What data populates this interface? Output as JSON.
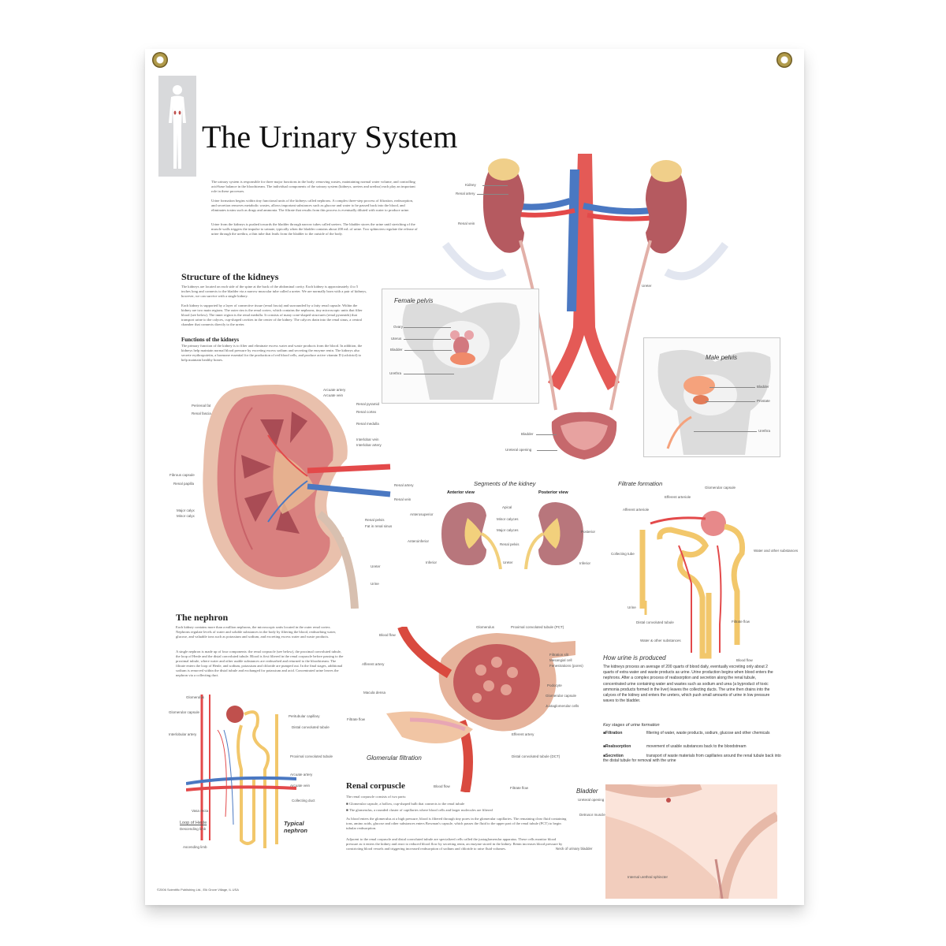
{
  "poster": {
    "title": "The Urinary System",
    "footer": "©2006 Scientific Publishing Ltd., Elk Grove Village, IL USA"
  },
  "colors": {
    "kidney": "#b55a60",
    "artery": "#e3494a",
    "vein": "#4a78c2",
    "adrenal": "#f0cf8a",
    "tube": "#f2c76b"
  },
  "intro": {
    "p1": "The urinary system is responsible for three major functions in the body: removing wastes, maintaining normal water volume, and controlling acid-base balance in the bloodstream. The individual components of the urinary system (kidneys, ureters and urethra) each play an important role in these processes.",
    "p2": "Urine formation begins within tiny functional units of the kidneys called nephrons. A complex three-step process of filtration, reabsorption, and secretion removes metabolic wastes, allows important substances such as glucose and water to be passed back into the blood, and eliminates toxins such as drugs and ammonia. The filtrate that results from this process is eventually diluted with water to produce urine.",
    "p3": "Urine from the kidneys is pushed towards the bladder through narrow tubes called ureters. The bladder stores the urine until stretching of the muscle walls triggers the impulse to urinate, typically when the bladder contains about 200 mL of urine. Two sphincters regulate the release of urine through the urethra, a thin tube that leads from the bladder to the outside of the body."
  },
  "kidneys_section": {
    "heading": "Structure of the kidneys",
    "p1": "The kidneys are located on each side of the spine at the back of the abdominal cavity. Each kidney is approximately 4 to 5 inches long and connects to the bladder via a narrow muscular tube called a ureter. We are normally born with a pair of kidneys, however, we can survive with a single kidney.",
    "p2": "Each kidney is supported by a layer of connective tissue (renal fascia) and surrounded by a fatty renal capsule. Within the kidney are two main regions. The outer rim is the renal cortex, which contains the nephrons, tiny microscopic units that filter blood (see below). The inner region is the renal medulla. It consists of many cone-shaped structures (renal pyramids) that transport urine to the calyces, cup-shaped cavities in the center of the kidney. The calyces drain into the renal sinus, a central chamber that connects directly to the ureter.",
    "subheading": "Functions of the kidneys",
    "p3": "The primary function of the kidney is to filter and eliminate excess water and waste products from the blood. In addition, the kidneys help maintain normal blood pressure by excreting excess sodium and secreting the enzyme renin. The kidneys also secrete erythropoietin, a hormone essential for the production of red blood cells, and produce active vitamin D (calcitriol) to help maintain healthy bones."
  },
  "nephron_section": {
    "heading": "The nephron",
    "p1": "Each kidney contains more than a million nephrons, the microscopic units located in the outer renal cortex. Nephrons regulate levels of water and soluble substances in the body by filtering the blood, reabsorbing water, glucose, and valuable ions such as potassium and sodium, and excreting excess water and waste products.",
    "p2": "A single nephron is made up of four components: the renal corpuscle (see below), the proximal convoluted tubule, the loop of Henle and the distal convoluted tubule. Blood is first filtered in the renal corpuscle before passing to the proximal tubule, where water and other usable substances are reabsorbed and returned to the bloodstream. The filtrate enters the loop of Henle, and sodium, potassium and chloride are pumped out. In the final stages, additional sodium is removed within the distal tubule and exchanged for potassium and acid. Concentrated urine leaves the nephron via a collecting duct."
  },
  "corpuscle_section": {
    "heading": "Renal corpuscle",
    "intro": "The renal corpuscle consists of two parts:",
    "b1": "Glomerular capsule, a hollow, cup-shaped bulb that connects to the renal tubule",
    "b2": "The glomerulus, a rounded cluster of capillaries where blood cells and larger molecules are filtered",
    "p1": "As blood enters the glomerulus at a high pressure, blood is filtered through tiny pores in the glomerular capillaries. The remaining clear fluid containing ions, amino acids, glucose and other substances enters Bowman's capsule, which passes the fluid to the upper part of the renal tubule (PCT) to begin tubular reabsorption.",
    "p2": "Adjacent to the renal corpuscle and distal convoluted tubule are specialized cells called the juxtaglomerular apparatus. These cells monitor blood pressure as it enters the kidney and react to reduced blood flow by secreting renin, an enzyme stored in the kidney. Renin increases blood pressure by constricting blood vessels and triggering increased reabsorption of sodium and chloride to raise fluid volumes."
  },
  "urine_section": {
    "heading": "How urine is produced",
    "p1": "The kidneys process an average of 200 quarts of blood daily, eventually excreting only about 2 quarts of extra water and waste products as urine. Urine production begins when blood enters the nephrons. After a complex process of reabsorption and secretion along the renal tubule, concentrated urine containing water and wastes such as sodium and urea (a byproduct of toxic ammonia products formed in the liver) leaves the collecting ducts. The urine then drains into the calyces of the kidney and enters the ureters, which push small amounts of urine in low pressure waves to the bladder.",
    "stages_heading": "Key stages of urine formation",
    "stages": [
      {
        "name": "Filtration",
        "desc": "filtering of water, waste products, sodium, glucose and other chemicals"
      },
      {
        "name": "Reabsorption",
        "desc": "movement of usable substances back to the bloodstream"
      },
      {
        "name": "Secretion",
        "desc": "transport of waste materials from capillaries around the renal tubule back into the distal tubule for removal with the urine"
      }
    ]
  },
  "figures": {
    "main": {
      "kidney": "Kidney",
      "renal_artery": "Renal artery",
      "renal_vein": "Renal vein",
      "ureter": "Ureter",
      "bladder": "Bladder",
      "ureteral_opening": "Ureteral opening"
    },
    "female": {
      "title": "Female pelvis",
      "ovary": "Ovary",
      "uterus": "Uterus",
      "bladder": "Bladder",
      "urethra": "Urethra"
    },
    "male": {
      "title": "Male pelvis",
      "bladder": "Bladder",
      "prostate": "Prostate",
      "urethra": "Urethra"
    },
    "kidney_section": {
      "arcuate_artery": "Arcuate artery",
      "arcuate_vein": "Arcuate vein",
      "renal_pyramid": "Renal pyramid",
      "perirenal_fat": "Perirenal fat",
      "renal_fascia": "Renal fascia",
      "renal_cortex": "Renal cortex",
      "renal_medulla": "Renal medulla",
      "interlobar_vein": "Interlobar vein",
      "interlobar_artery": "Interlobar artery",
      "fibrous_capsule": "Fibrous capsule",
      "renal_papilla": "Renal papilla",
      "renal_artery": "Renal artery",
      "renal_vein": "Renal vein",
      "major_calyx": "Major calyx",
      "minor_calyx": "Minor calyx",
      "renal_pelvis": "Renal pelvis",
      "fat": "Fat in renal sinus",
      "ureter": "Ureter",
      "urine": "Urine"
    },
    "segments": {
      "title": "Segments of the kidney",
      "anterior": "Anterior view",
      "posterior": "Posterior view",
      "apical": "Apical",
      "anterosuperior": "Anterosuperior",
      "anteroinferior": "Anteroinferior",
      "minor_calyces": "Minor calyces",
      "major_calyces": "Major calyces",
      "renal_pelvis": "Renal pelvis",
      "posterior_seg": "Posterior",
      "inferior": "Inferior",
      "ureter": "Ureter"
    },
    "filtrate": {
      "title": "Filtrate formation",
      "glomerular_capsule": "Glomerular capsule",
      "efferent": "Efferent arteriole",
      "afferent": "Afferent arteriole",
      "collecting": "Collecting tube",
      "water": "Water and other substances",
      "urine": "Urine",
      "distal": "Distal convoluted tubule",
      "filtrate_flow": "Filtrate flow",
      "water_other": "Water & other substances",
      "blood_flow": "Blood flow"
    },
    "glomerular": {
      "title": "Glomerular filtration",
      "glomerulus": "Glomerulus",
      "pct": "Proximal convoluted tubule (PCT)",
      "blood_flow": "Blood flow",
      "afferent": "Afferent artery",
      "filtration_slit": "Filtration slit",
      "mesangial": "Mesangial cell",
      "fenestrations": "Fenestrations (pores)",
      "macula": "Macula densa",
      "podocyte": "Podocyte",
      "glomerular_cap": "Glomerular capsule",
      "juxta": "Juxtaglomerular cells",
      "filtrate_flow": "Filtrate flow",
      "efferent": "Efferent artery",
      "dct": "Distal convoluted tubule (DCT)",
      "blood_flow2": "Blood flow",
      "filtrate_flow2": "Filtrate flow"
    },
    "nephron": {
      "glomerulus": "Glomerulus",
      "capsule": "Glomerular capsule",
      "interlobular": "Interlobular artery",
      "peritubular": "Peritubular capillary",
      "dct": "Distal convoluted tubule",
      "pct": "Proximal convoluted tubule",
      "arcuate_artery": "Arcuate artery",
      "arcuate_vein": "Arcuate vein",
      "vasa": "Vasa recta",
      "collecting": "Collecting duct",
      "loop": "Loop of Henle",
      "descending": "Descending limb",
      "ascending": "Ascending limb",
      "title": "Typical nephron"
    },
    "bladder": {
      "title": "Bladder",
      "ureteral_opening": "Ureteral opening",
      "detrusor": "Detrusor muscle",
      "neck": "Neck of urinary bladder",
      "sphincter": "Internal urethral sphincter"
    }
  }
}
